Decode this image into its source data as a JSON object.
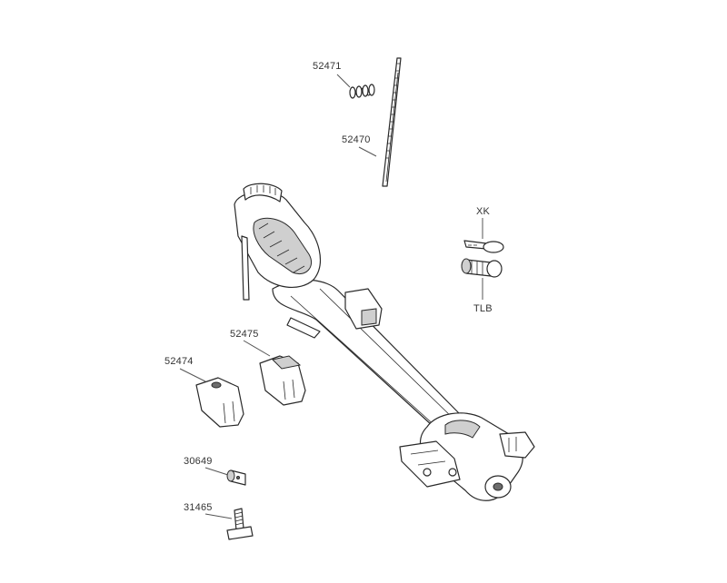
{
  "parts": {
    "p52471": "52471",
    "p52470": "52470",
    "pXK": "XK",
    "pTLB": "TLB",
    "p52475": "52475",
    "p52474": "52474",
    "p30649": "30649",
    "p31465": "31465"
  }
}
